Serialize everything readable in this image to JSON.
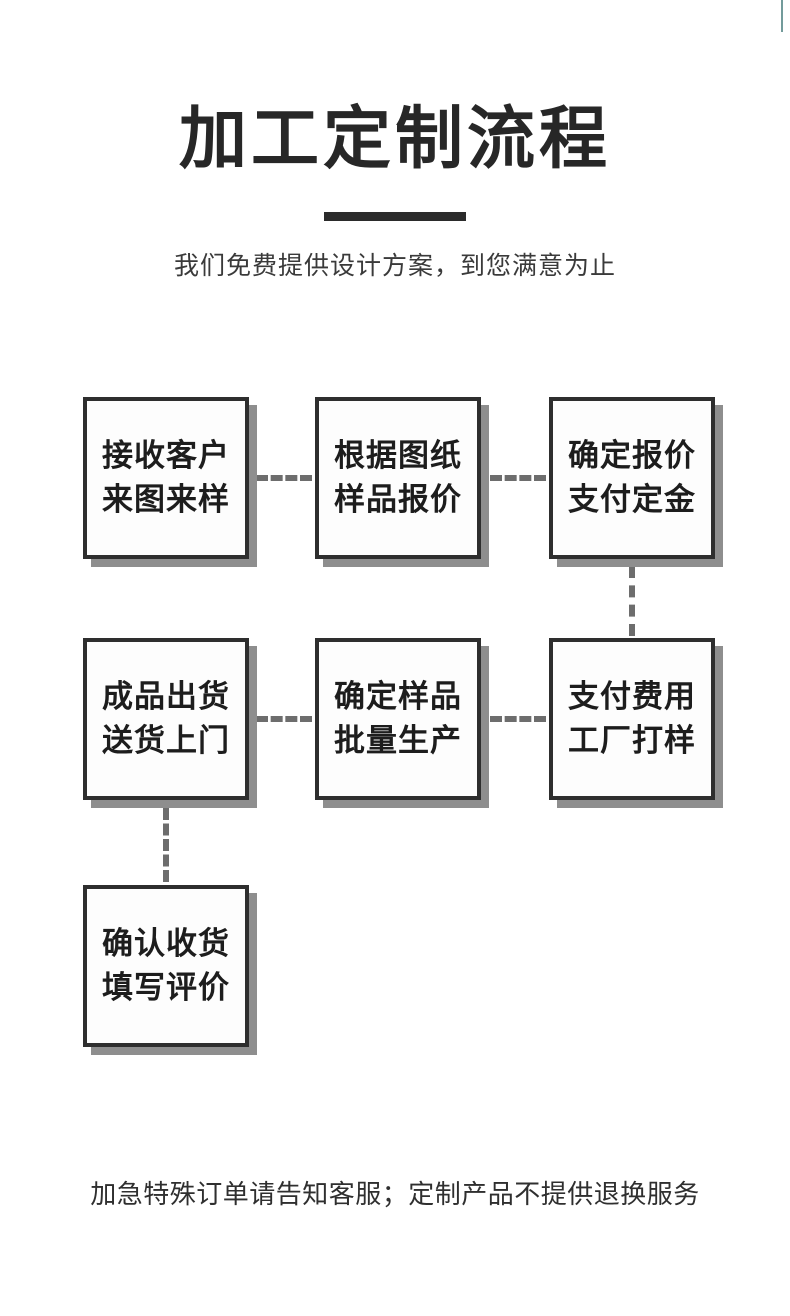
{
  "page": {
    "background_color": "#ffffff",
    "accent_color": "#2b2b2b",
    "shadow_color": "#8e8e8e",
    "connector_color": "#6d6d6d",
    "edge_rule_color": "#5a8a8a"
  },
  "header": {
    "title": "加工定制流程",
    "subtitle": "我们免费提供设计方案，到您满意为止"
  },
  "flow": {
    "nodes": [
      {
        "id": "n1",
        "line1": "接收客户",
        "line2": "来图来样"
      },
      {
        "id": "n2",
        "line1": "根据图纸",
        "line2": "样品报价"
      },
      {
        "id": "n3",
        "line1": "确定报价",
        "line2": "支付定金"
      },
      {
        "id": "n4",
        "line1": "成品出货",
        "line2": "送货上门"
      },
      {
        "id": "n5",
        "line1": "确定样品",
        "line2": "批量生产"
      },
      {
        "id": "n6",
        "line1": "支付费用",
        "line2": "工厂打样"
      },
      {
        "id": "n7",
        "line1": "确认收货",
        "line2": "填写评价"
      }
    ]
  },
  "footer": {
    "note": "加急特殊订单请告知客服；定制产品不提供退换服务"
  }
}
